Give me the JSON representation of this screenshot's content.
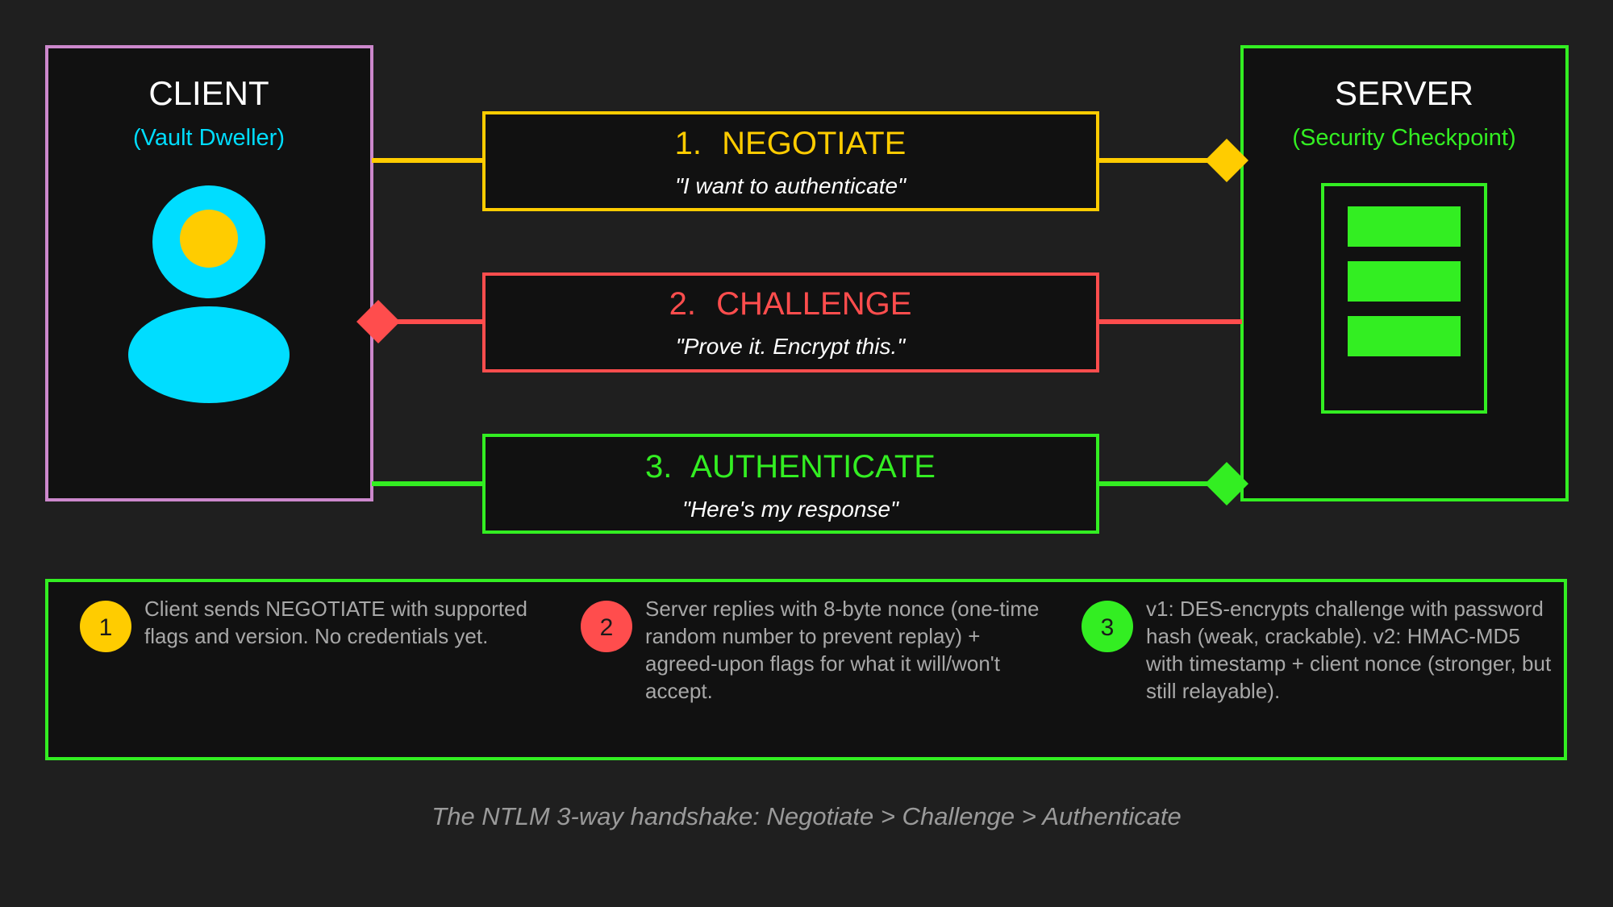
{
  "client": {
    "title": "CLIENT",
    "subtitle": "(Vault Dweller)",
    "icon": "user-icon"
  },
  "server": {
    "title": "SERVER",
    "subtitle": "(Security Checkpoint)",
    "icon": "server-rack-icon"
  },
  "messages": [
    {
      "number": "1.",
      "label": "NEGOTIATE",
      "quote": "\"I want to authenticate\""
    },
    {
      "number": "2.",
      "label": "CHALLENGE",
      "quote": "\"Prove it. Encrypt this.\""
    },
    {
      "number": "3.",
      "label": "AUTHENTICATE",
      "quote": "\"Here's my response\""
    }
  ],
  "legend": [
    {
      "badge": "1",
      "text": "Client sends NEGOTIATE with supported flags and version. No credentials yet."
    },
    {
      "badge": "2",
      "text": "Server replies with 8-byte nonce (one-time random number to prevent replay) + agreed-upon flags for what it will/won't accept."
    },
    {
      "badge": "3",
      "text": "v1: DES-encrypts challenge with password hash (weak, crackable). v2: HMAC-MD5 with timestamp + client nonce (stronger, but still relayable)."
    }
  ],
  "caption": "The NTLM 3-way handshake: Negotiate > Challenge > Authenticate",
  "colors": {
    "background": "#1f1f1f",
    "box_fill": "#111111",
    "client_border": "#cc88cc",
    "negotiate": "#ffcc00",
    "challenge": "#ff4d4d",
    "authenticate": "#33ee22",
    "client_accent": "#00ddff"
  }
}
